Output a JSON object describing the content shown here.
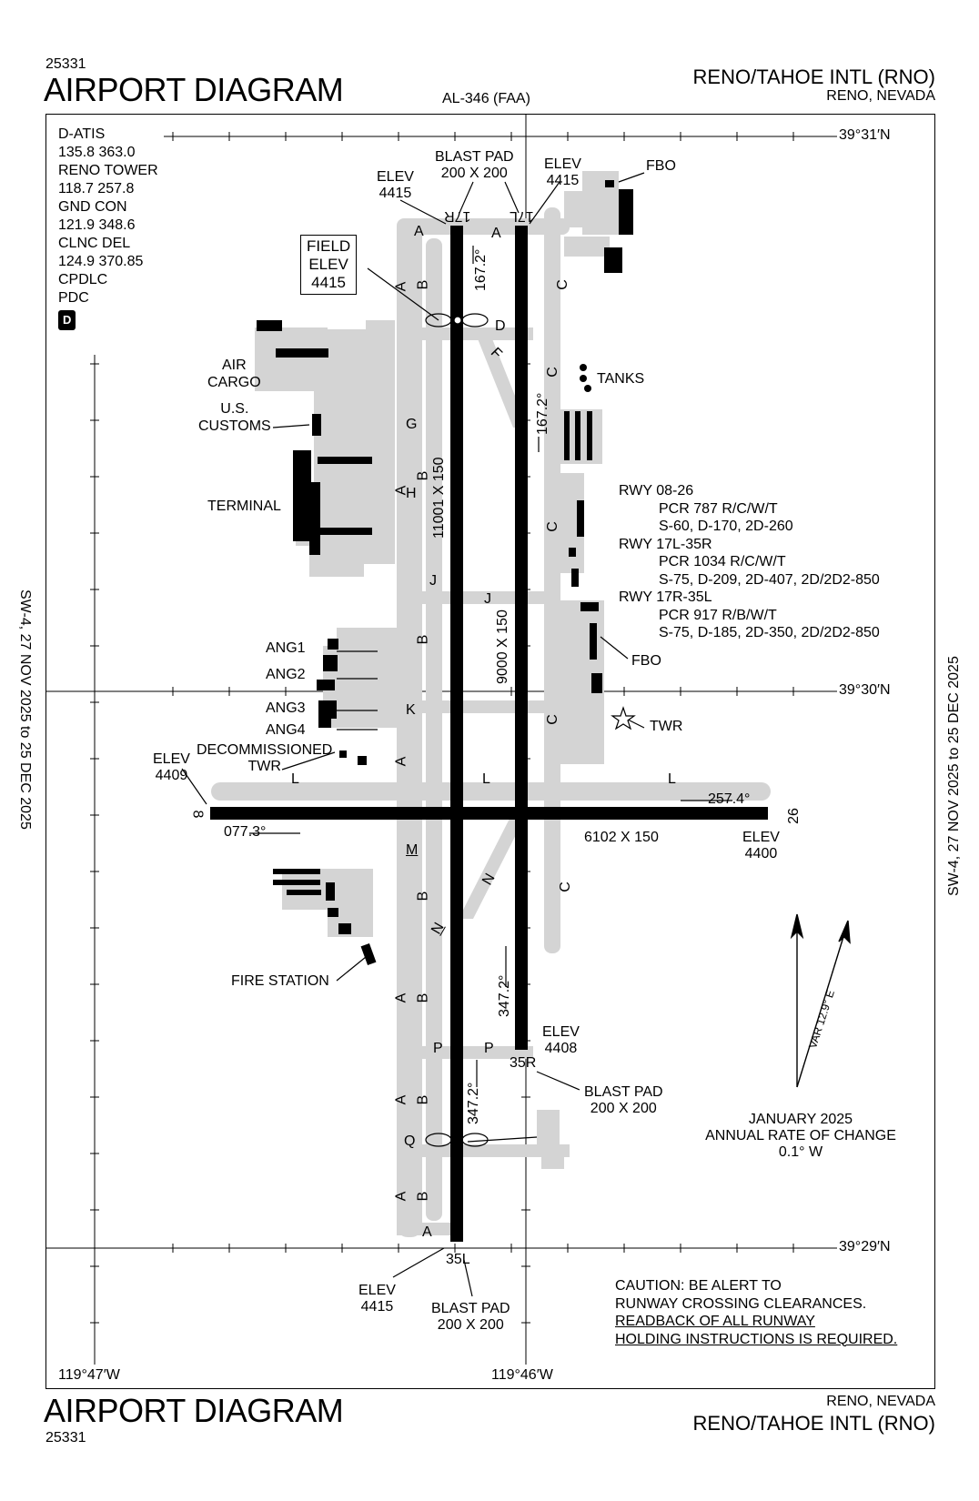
{
  "header": {
    "code_top": "25331",
    "title_top": "AIRPORT DIAGRAM",
    "al_number": "AL-346 (FAA)",
    "airport_name_top": "RENO/TAHOE INTL (RNO)",
    "city_top": "RENO, NEVADA"
  },
  "footer": {
    "title_bottom": "AIRPORT DIAGRAM",
    "code_bottom": "25331",
    "city_bottom": "RENO, NEVADA",
    "airport_name_bottom": "RENO/TAHOE INTL (RNO)"
  },
  "side": {
    "left_cycle": "SW-4, 27 NOV 2025 to 25 DEC 2025",
    "right_cycle": "SW-4, 27 NOV 2025 to 25 DEC 2025"
  },
  "frequencies": [
    "D-ATIS",
    "135.8 363.0",
    "RENO TOWER",
    "118.7 257.8",
    "GND CON",
    "121.9  348.6",
    "CLNC DEL",
    "124.9  370.85",
    "CPDLC",
    "PDC"
  ],
  "dbadge": "D",
  "coords": {
    "lat_top": "39°31′N",
    "lat_mid": "39°30′N",
    "lat_bot": "39°29′N",
    "lon_left": "119°47′W",
    "lon_mid": "119°46′W"
  },
  "field_elev": {
    "line1": "FIELD",
    "line2": "ELEV",
    "line3": "4415"
  },
  "labels": {
    "blast_pad_top": "BLAST PAD",
    "blast_pad_top_dim": "200 X 200",
    "elev_17r_word": "ELEV",
    "elev_17r": "4415",
    "elev_17l_word": "ELEV",
    "elev_17l": "4415",
    "rwy_17r": "17R",
    "rwy_17l": "17L",
    "fbo_top": "FBO",
    "tanks": "TANKS",
    "air_cargo_1": "AIR",
    "air_cargo_2": "CARGO",
    "customs_1": "U.S.",
    "customs_2": "CUSTOMS",
    "terminal": "TERMINAL",
    "rwy_dim_17r": "11001 X 150",
    "rwy_dim_17l": "9000 X 150",
    "hdg_167_left": "167.2°",
    "hdg_167_right": "167.2°",
    "ang1": "ANG1",
    "ang2": "ANG2",
    "ang3": "ANG3",
    "ang4": "ANG4",
    "decom_1": "DECOMMISSIONED",
    "decom_2": "TWR",
    "elev_08_word": "ELEV",
    "elev_08": "4409",
    "fbo_mid": "FBO",
    "twr": "TWR",
    "rwy_08": "8",
    "rwy_26": "26",
    "hdg_077": "077.3°",
    "hdg_257": "257.4°",
    "rwy_dim_08": "6102 X 150",
    "elev_26_word": "ELEV",
    "elev_26": "4400",
    "fire_station": "FIRE STATION",
    "hdg_347_left": "347.2°",
    "hdg_347_right": "347.2°",
    "rwy_35r": "35R",
    "elev_35r_word": "ELEV",
    "elev_35r": "4408",
    "blast_pad_35r": "BLAST PAD",
    "blast_pad_35r_dim": "200 X 200",
    "rwy_35l": "35L",
    "elev_35l_word": "ELEV",
    "elev_35l": "4415",
    "blast_pad_35l": "BLAST PAD",
    "blast_pad_35l_dim": "200 X 200",
    "var": "VAR 12.9° E",
    "rate_1": "JANUARY 2025",
    "rate_2": "ANNUAL RATE OF CHANGE",
    "rate_3": "0.1° W"
  },
  "taxiways": {
    "A": "A",
    "B": "B",
    "C": "C",
    "D": "D",
    "F": "F",
    "G": "G",
    "H": "H",
    "J": "J",
    "K": "K",
    "L": "L",
    "M": "M",
    "N": "N",
    "P": "P",
    "Q": "Q"
  },
  "rwy_data": [
    "RWY 08-26",
    "PCR 787 R/C/W/T",
    "S-60, D-170, 2D-260",
    "RWY 17L-35R",
    "PCR 1034 R/C/W/T",
    "S-75, D-209, 2D-407, 2D/2D2-850",
    "RWY 17R-35L",
    "PCR 917 R/B/W/T",
    "S-75, D-185, 2D-350, 2D/2D2-850"
  ],
  "caution": [
    "CAUTION: BE ALERT TO",
    "RUNWAY CROSSING CLEARANCES.",
    "READBACK OF ALL RUNWAY",
    "HOLDING INSTRUCTIONS IS REQUIRED."
  ]
}
